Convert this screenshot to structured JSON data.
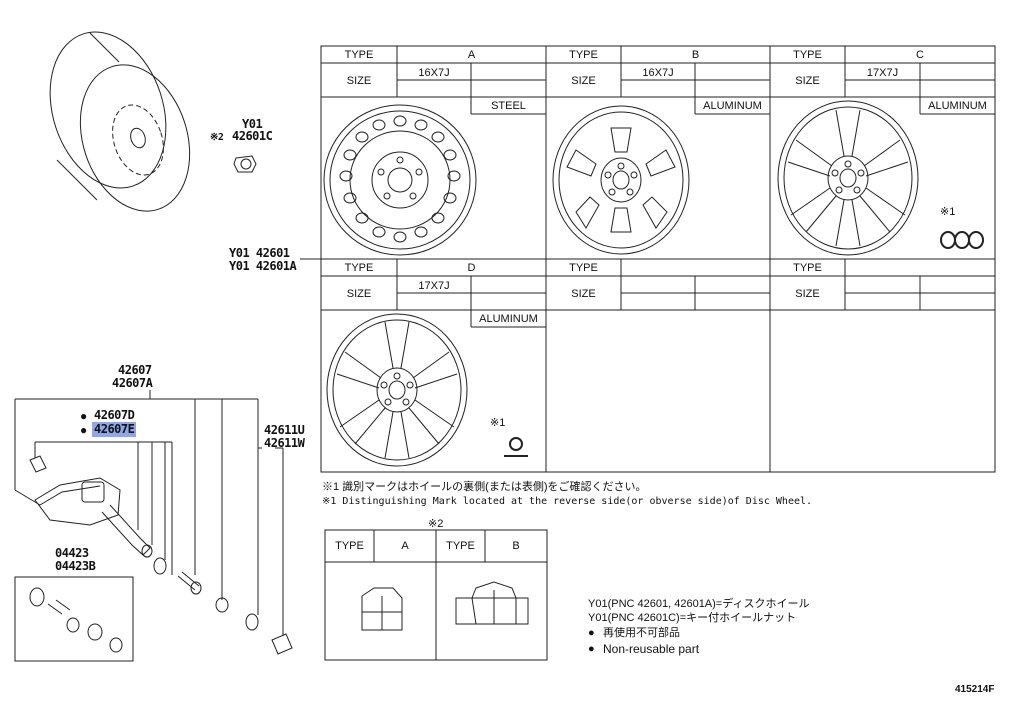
{
  "parts": {
    "y01_top": "Y01",
    "nut_ref": "※2",
    "nut_pn": "42601C",
    "wheel_pn1": "Y01 42601",
    "wheel_pn2": "Y01 42601A",
    "sensor_pn1": "42607",
    "sensor_pn2": "42607A",
    "sensor_sub1": "42607D",
    "sensor_sub2": "42607E",
    "valve_pn1": "42611U",
    "valve_pn2": "42611W",
    "kit_pn1": "04423",
    "kit_pn2": "04423B"
  },
  "wheel_table": {
    "type_label": "TYPE",
    "size_label": "SIZE",
    "cells": [
      {
        "type": "A",
        "size": "16X7J",
        "material": "STEEL"
      },
      {
        "type": "B",
        "size": "16X7J",
        "material": "ALUMINUM"
      },
      {
        "type": "C",
        "size": "17X7J",
        "material": "ALUMINUM",
        "mark": "※1"
      },
      {
        "type": "D",
        "size": "17X7J",
        "material": "ALUMINUM",
        "mark": "※1"
      },
      {
        "type": "",
        "size": "",
        "material": ""
      },
      {
        "type": "",
        "size": "",
        "material": ""
      }
    ]
  },
  "notes": {
    "jp": "※1 識別マークはホイールの裏側(または表側)をご確認ください。",
    "en": "※1 Distinguishing Mark located at the reverse side(or obverse side)of Disc Wheel."
  },
  "nut_table": {
    "ref": "※2",
    "type_label": "TYPE",
    "type_a": "A",
    "type_b": "B"
  },
  "legend": {
    "line1": "Y01(PNC 42601, 42601A)=ディスクホイール",
    "line2": "Y01(PNC 42601C)=キー付ホイールナット",
    "line3": "再使用不可部品",
    "line4": "Non-reusable part",
    "bullet": "●"
  },
  "figure_id": "415214F"
}
